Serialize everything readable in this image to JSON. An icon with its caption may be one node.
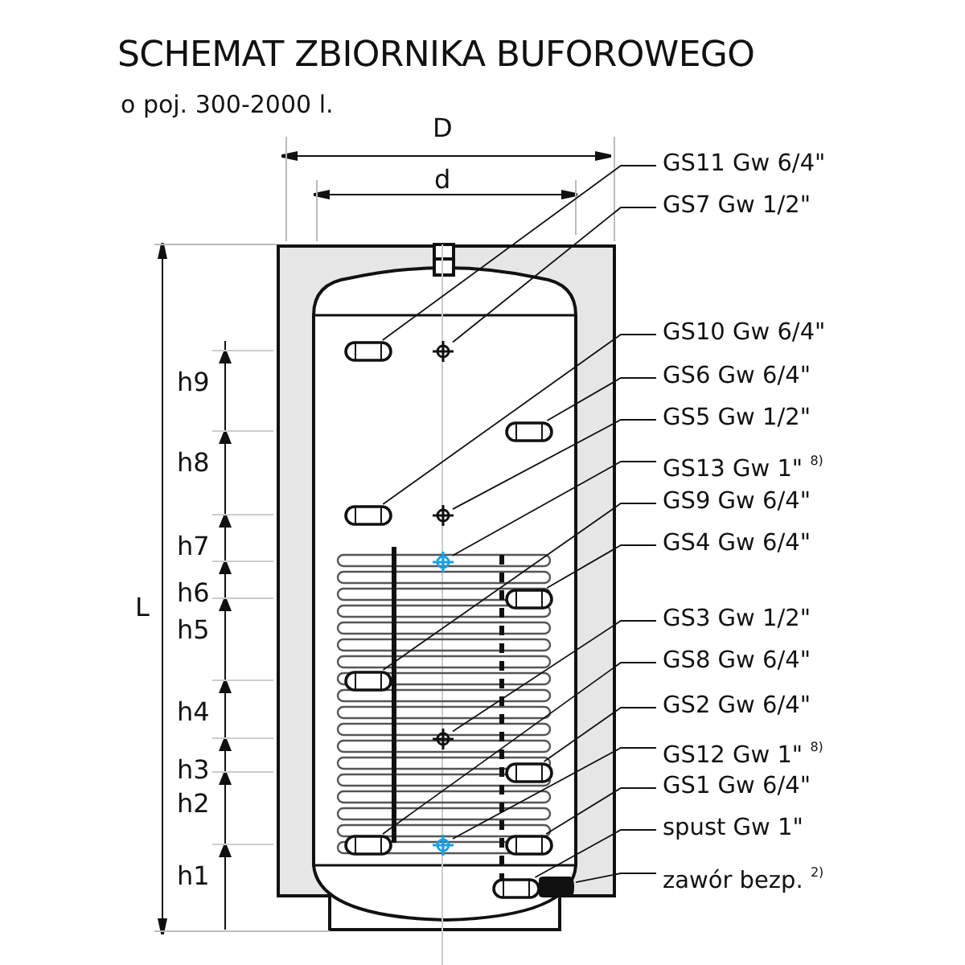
{
  "diagram": {
    "title": "SCHEMAT ZBIORNIKA BUFOROWEGO",
    "nodes": [
      {
        "text": [],
        "shape": "cylinder"
      },
      {
        "text": [],
        "shape": "bar",
        "in": 0
      },
      {
        "text": [],
        "shape": "circle",
        "in": 0
      },
      {
        "text": [],
        "shape": "bar",
        "in": 0
      },
      {
        "text": [],
        "shape": "bar",
        "in": 0
      },
      {
        "text": [],
        "shape": "circle",
        "in": 0
      },
      {
        "text": [],
        "shape": "circle",
        "in": 0
      },
      {
        "text": [],
        "shape": "bar",
        "in": 0
      },
      {
        "text": [],
        "shape": "bar",
        "in": 0
      },
      {
        "text": [],
        "shape": "circle",
        "in": 0
      },
      {
        "text": [],
        "shape": "bar",
        "in": 0
      },
      {
        "text": [],
        "shape": "bar",
        "in": 0
      },
      {
        "text": [],
        "shape": "circle",
        "in": 0
      },
      {
        "text": [],
        "shape": "bar",
        "in": 0
      },
      {
        "text": [],
        "shape": "bar",
        "in": 0
      },
      {
        "text": [],
        "shape": "box",
        "in": 0
      },
      {
        "text": [
          "GS11 Gw 6/4\""
        ]
      },
      {
        "text": [
          "GS7 Gw 1/2\""
        ]
      },
      {
        "text": [
          "GS10 Gw 6/4\""
        ]
      },
      {
        "text": [
          "GS6 Gw 6/4\""
        ]
      },
      {
        "text": [
          "GS5 Gw 1/2\""
        ]
      },
      {
        "text": [
          "GS13 Gw 1\" $^{8)}$"
        ]
      },
      {
        "text": [
          "GS9 Gw 6/4\""
        ]
      },
      {
        "text": [
          "GS4 Gw 6/4\""
        ]
      },
      {
        "text": [
          "GS3 Gw 1/2\""
        ]
      },
      {
        "text": [
          "GS8 Gw 6/4\""
        ]
      },
      {
        "text": [
          "GS2 Gw 6/4\""
        ]
      },
      {
        "text": [
          "GS12 Gw 1\" $^{8)}$"
        ]
      },
      {
        "text": [
          "GS1 Gw 6/4\""
        ]
      },
      {
        "text": [
          "spust Gw 1\""
        ]
      },
      {
        "text": [
          "zawór bezp. $^{2)}$"
        ]
      }
    ],
    "edges": [
      {
        "from": 16,
        "to": 1,
        "arrow": "none"
      },
      {
        "from": 17,
        "to": 2,
        "arrow": "none"
      },
      {
        "from": 18,
        "to": 4,
        "arrow": "none"
      },
      {
        "from": 19,
        "to": 3,
        "arrow": "none"
      },
      {
        "from": 20,
        "to": 5,
        "arrow": "none"
      },
      {
        "from": 21,
        "to": 6,
        "arrow": "none"
      },
      {
        "from": 22,
        "to": 8,
        "arrow": "none"
      },
      {
        "from": 23,
        "to": 7,
        "arrow": "none"
      },
      {
        "from": 24,
        "to": 9,
        "arrow": "none"
      },
      {
        "from": 25,
        "to": 11,
        "arrow": "none"
      },
      {
        "from": 26,
        "to": 10,
        "arrow": "none"
      },
      {
        "from": 27,
        "to": 12,
        "arrow": "none"
      },
      {
        "from": 28,
        "to": 13,
        "arrow": "none"
      },
      {
        "from": 29,
        "to": 14,
        "arrow": "none"
      },
      {
        "from": 30,
        "to": 15,
        "arrow": "none"
      }
    ],
    "labels": [
      "o poj. 300-2000 l.",
      "D",
      "d",
      "L",
      "h9",
      "h8",
      "h7",
      "h6",
      "h5",
      "h4",
      "h3",
      "h2",
      "h1"
    ]
  }
}
